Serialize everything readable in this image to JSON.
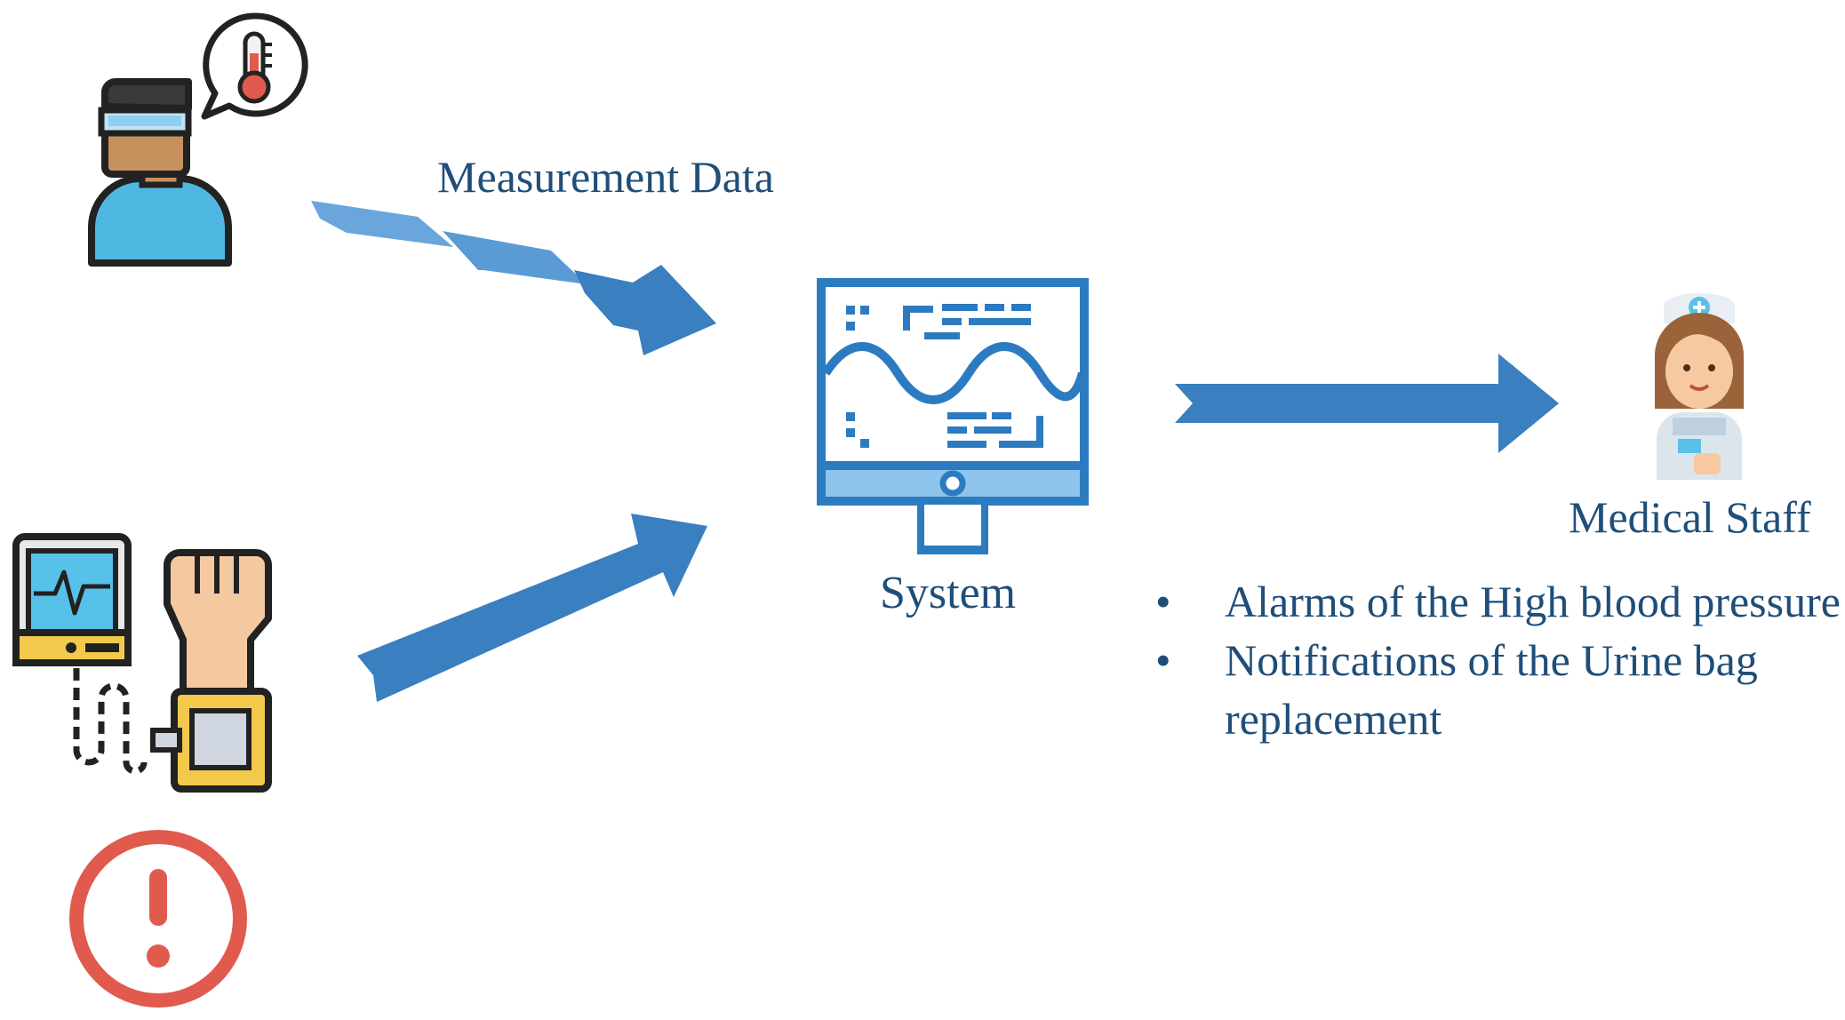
{
  "diagram": {
    "measurement_label": "Measurement Data",
    "system_label": "System",
    "staff_label": "Medical Staff",
    "bullet_symbol": "•",
    "notifications": [
      {
        "text": "Alarms of the High blood pressure"
      },
      {
        "text": "Notifications of the Urine bag replacement"
      }
    ]
  },
  "colors": {
    "text": "#1f4e79",
    "arrow_primary": "#3a7fbf",
    "arrow_light": "#6aa6dc",
    "monitor_blue": "#2c7bc1",
    "alert_red": "#e05a4e"
  },
  "icons": {
    "patient": "patient-thermometer-icon",
    "blood_pressure": "blood-pressure-monitor-icon",
    "alert": "exclamation-alert-icon",
    "system": "monitor-waveform-icon",
    "nurse": "nurse-icon"
  }
}
